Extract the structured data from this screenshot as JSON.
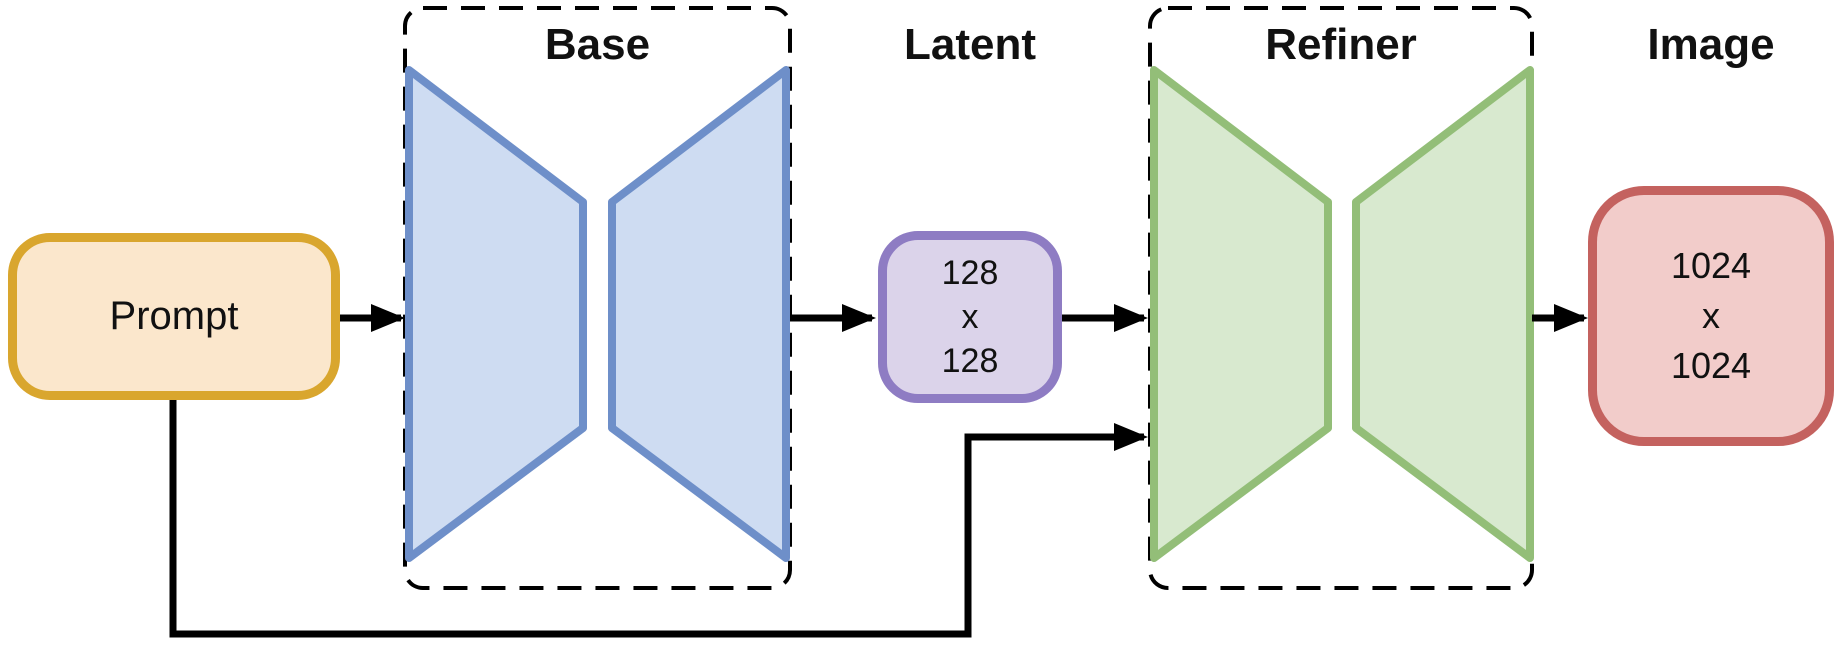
{
  "diagram": {
    "nodes": {
      "prompt": {
        "label": "Prompt"
      },
      "base": {
        "label": "Base",
        "type": "unet-trapezoid-pair"
      },
      "latent": {
        "label": "Latent",
        "size": "128\nx\n128"
      },
      "refiner": {
        "label": "Refiner",
        "type": "unet-trapezoid-pair"
      },
      "image": {
        "label": "Image",
        "size": "1024\nx\n1024"
      }
    },
    "edges": [
      {
        "from": "prompt",
        "to": "base"
      },
      {
        "from": "base",
        "to": "latent"
      },
      {
        "from": "latent",
        "to": "refiner"
      },
      {
        "from": "prompt",
        "to": "refiner"
      },
      {
        "from": "refiner",
        "to": "image"
      }
    ],
    "colors": {
      "prompt_border": "#d9a62e",
      "prompt_fill": "#fbe7cc",
      "base_border": "#6e8fc9",
      "base_fill": "#cedcf2",
      "latent_border": "#8e7cc3",
      "latent_fill": "#dbd3ea",
      "refiner_border": "#93be78",
      "refiner_fill": "#d8e9cf",
      "image_border": "#c4625f",
      "image_fill": "#f2ccca",
      "line": "#000000"
    }
  }
}
